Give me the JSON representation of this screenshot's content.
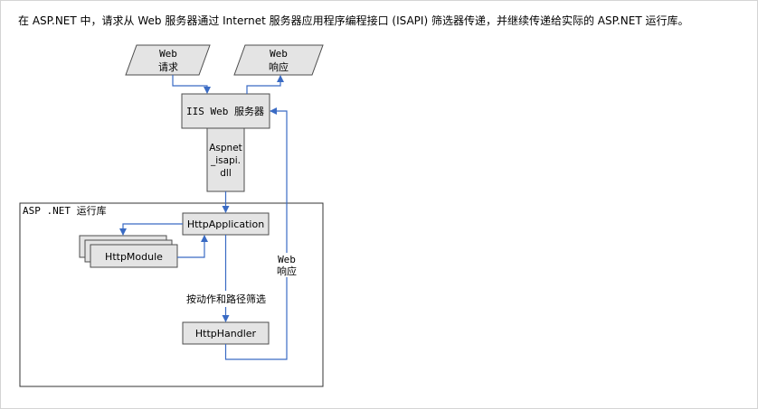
{
  "caption": "在 ASP.NET 中，请求从 Web 服务器通过 Internet 服务器应用程序编程接口 (ISAPI) 筛选器传递，并继续传递给实际的 ASP.NET 运行库。",
  "diagram": {
    "web_request": {
      "line1": "Web",
      "line2": "请求"
    },
    "web_response": {
      "line1": "Web",
      "line2": "响应"
    },
    "iis_server": "IIS Web 服务器",
    "aspnet_isapi": {
      "line1": "Aspnet",
      "line2": "_isapi.",
      "line3": "dll"
    },
    "runtime_label": "ASP .NET 运行库",
    "http_application": "HttpApplication",
    "http_module": "HttpModule",
    "filter_label": "按动作和路径筛选",
    "http_handler": "HttpHandler",
    "return_response": {
      "line1": "Web",
      "line2": "响应"
    }
  },
  "colors": {
    "box_fill": "#e4e4e4",
    "border": "#4d4d4d",
    "arrow": "#3a6bc4"
  }
}
